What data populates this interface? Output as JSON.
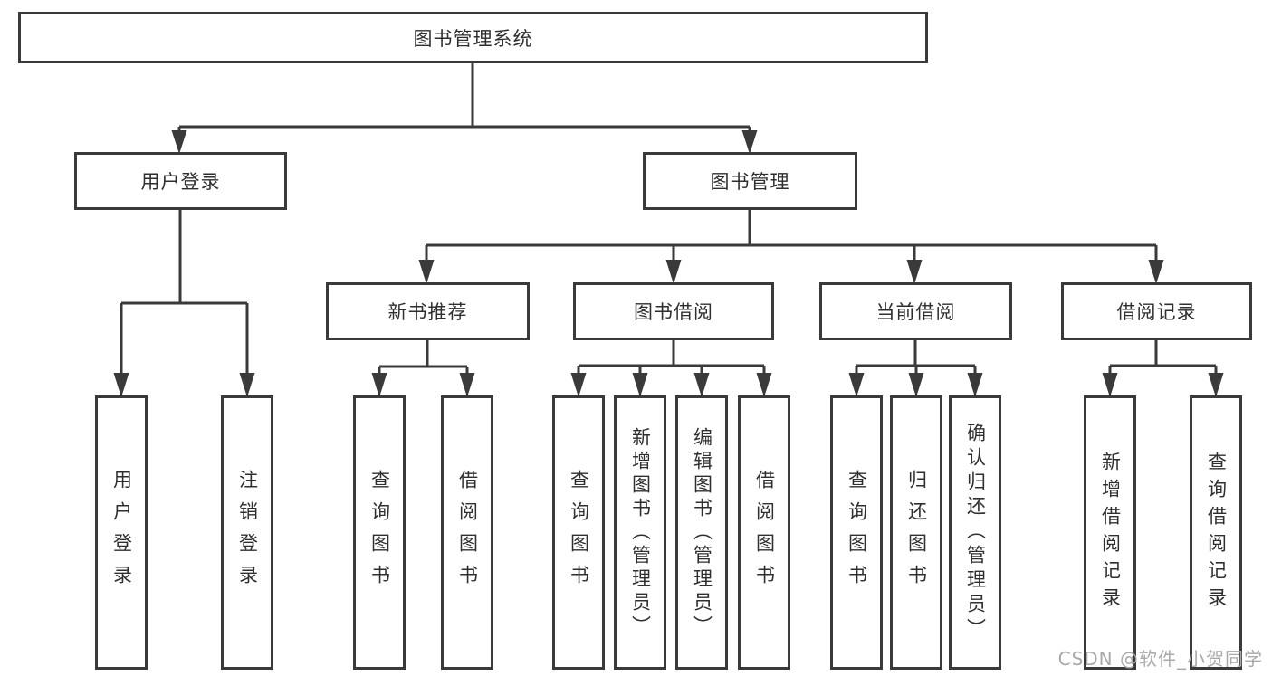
{
  "diagram": {
    "root": {
      "label": "图书管理系统"
    },
    "branches": [
      {
        "label": "用户登录",
        "children": [
          "用户登录",
          "注销登录"
        ]
      },
      {
        "label": "图书管理",
        "children": [
          {
            "label": "新书推荐",
            "children": [
              "查询图书",
              "借阅图书"
            ]
          },
          {
            "label": "图书借阅",
            "children": [
              "查询图书",
              "新增图书（管理员）",
              "编辑图书（管理员）",
              "借阅图书"
            ]
          },
          {
            "label": "当前借阅",
            "children": [
              "查询图书",
              "归还图书",
              "确认归还（管理员）"
            ]
          },
          {
            "label": "借阅记录",
            "children": [
              "新增借阅记录",
              "查询借阅记录"
            ]
          }
        ]
      }
    ]
  },
  "watermark": "CSDN @软件_小贺同学",
  "colors": {
    "line": "#3a3a3a",
    "box_border": "#3a3a3a",
    "text": "#2f2f2f",
    "watermark": "#a9a9a9",
    "background": "#ffffff"
  }
}
